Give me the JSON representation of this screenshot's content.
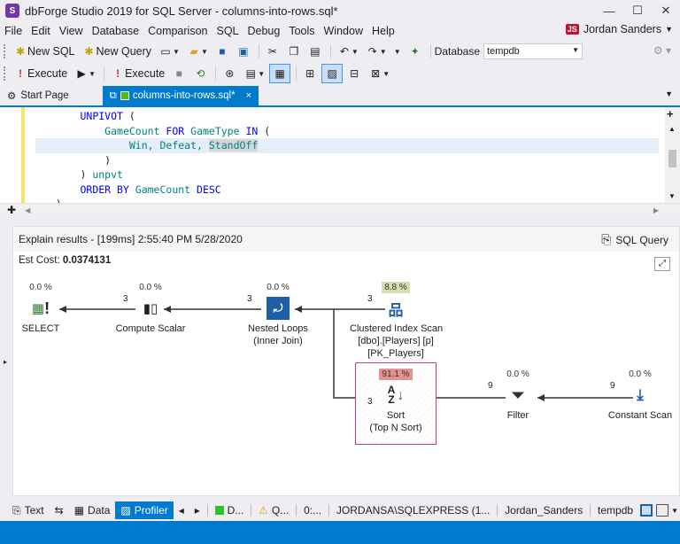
{
  "window": {
    "title": "dbForge Studio 2019 for SQL Server - columns-into-rows.sql*",
    "logo_letter": "S"
  },
  "controls": {
    "minimize": "—",
    "maximize": "☐",
    "close": "✕"
  },
  "menu": {
    "items": [
      "File",
      "Edit",
      "View",
      "Database",
      "Comparison",
      "SQL",
      "Debug",
      "Tools",
      "Window",
      "Help"
    ],
    "user_initials": "JS",
    "user_name": "Jordan Sanders"
  },
  "toolbar1": {
    "new_sql": "New SQL",
    "new_query": "New Query",
    "database_label": "Database",
    "database_value": "tempdb"
  },
  "toolbar2": {
    "execute1": "Execute",
    "execute2": "Execute"
  },
  "tabs": {
    "start_page": "Start Page",
    "active_tab": "columns-into-rows.sql*",
    "close": "×"
  },
  "code": {
    "line1_kw": "UNPIVOT",
    "line1_rest": " (",
    "line2_a": "GameCount",
    "line2_kw1": "FOR",
    "line2_b": "GameType",
    "line2_kw2": "IN",
    "line2_rest": " (",
    "line3": "Win, Defeat, ",
    "line3_hl": "StandOff",
    "line4": ")",
    "line5_a": ") ",
    "line5_kw": "unpvt",
    "line6_kw1": "ORDER BY",
    "line6_a": " GameCount ",
    "line6_kw2": "DESC",
    "line7": ")"
  },
  "plan": {
    "header": "Explain results - [199ms] 2:55:40 PM 5/28/2020",
    "sql_query": "SQL Query",
    "est_cost_label": "Est Cost:",
    "est_cost_value": "0.0374131",
    "nodes": {
      "select": {
        "pct": "0.0 %",
        "label": "SELECT"
      },
      "compute": {
        "pct": "0.0 %",
        "count": "3",
        "label": "Compute Scalar"
      },
      "loops": {
        "pct": "0.0 %",
        "count": "3",
        "label": "Nested Loops",
        "sub": "(Inner Join)"
      },
      "scan": {
        "pct": "8.8 %",
        "count": "3",
        "label": "Clustered Index Scan",
        "sub": "[dbo].[Players] [p]",
        "sub2": "[PK_Players]"
      },
      "sort": {
        "pct": "91.1 %",
        "count": "3",
        "label": "Sort",
        "sub": "(Top N Sort)"
      },
      "filter": {
        "pct": "0.0 %",
        "count": "9",
        "label": "Filter"
      },
      "constant": {
        "pct": "0.0 %",
        "count": "9",
        "label": "Constant Scan"
      }
    }
  },
  "statusbar": {
    "text": "Text",
    "data": "Data",
    "profiler": "Profiler",
    "d": "D...",
    "q": "Q...",
    "time": "0:...",
    "server": "JORDANSA\\SQLEXPRESS (1...",
    "user": "Jordan_Sanders",
    "db": "tempdb"
  }
}
